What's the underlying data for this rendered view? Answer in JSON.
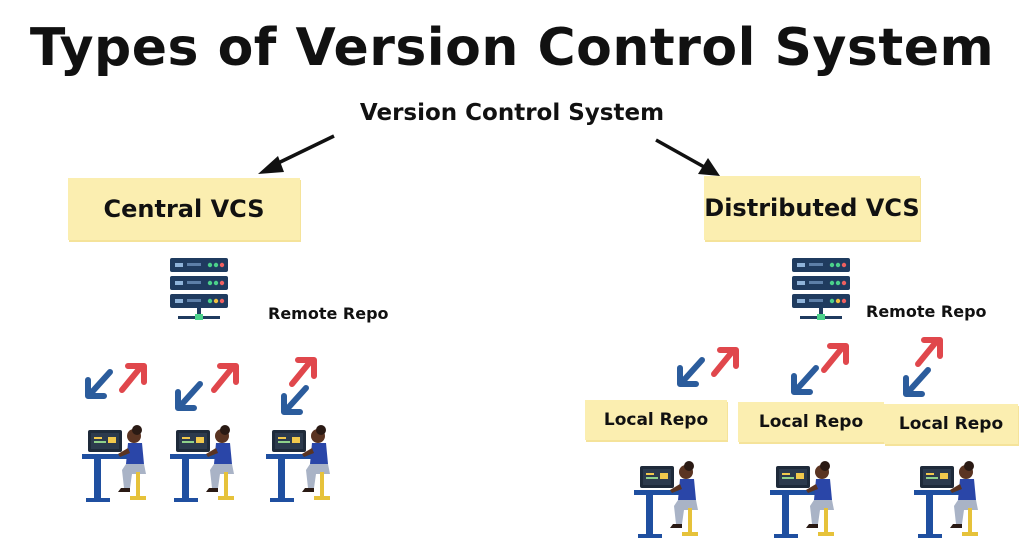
{
  "title": "Types of Version Control System",
  "root_label": "Version Control System",
  "central": {
    "label": "Central VCS",
    "remote_label": "Remote Repo"
  },
  "distributed": {
    "label": "Distributed VCS",
    "remote_label": "Remote Repo",
    "local_repos": [
      "Local Repo",
      "Local Repo",
      "Local Repo"
    ]
  },
  "colors": {
    "highlight": "#fbeeb0",
    "server": "#1f3b5f",
    "arrow_down": "#2b5c9c",
    "arrow_up": "#e0474c",
    "desk": "#1f4fa0",
    "shirt": "#2a46a8",
    "skin": "#5a3422"
  },
  "icons": {
    "server": "server-icon",
    "developer": "developer-at-desk-icon",
    "pull": "pull-arrow-icon",
    "push": "push-arrow-icon"
  }
}
